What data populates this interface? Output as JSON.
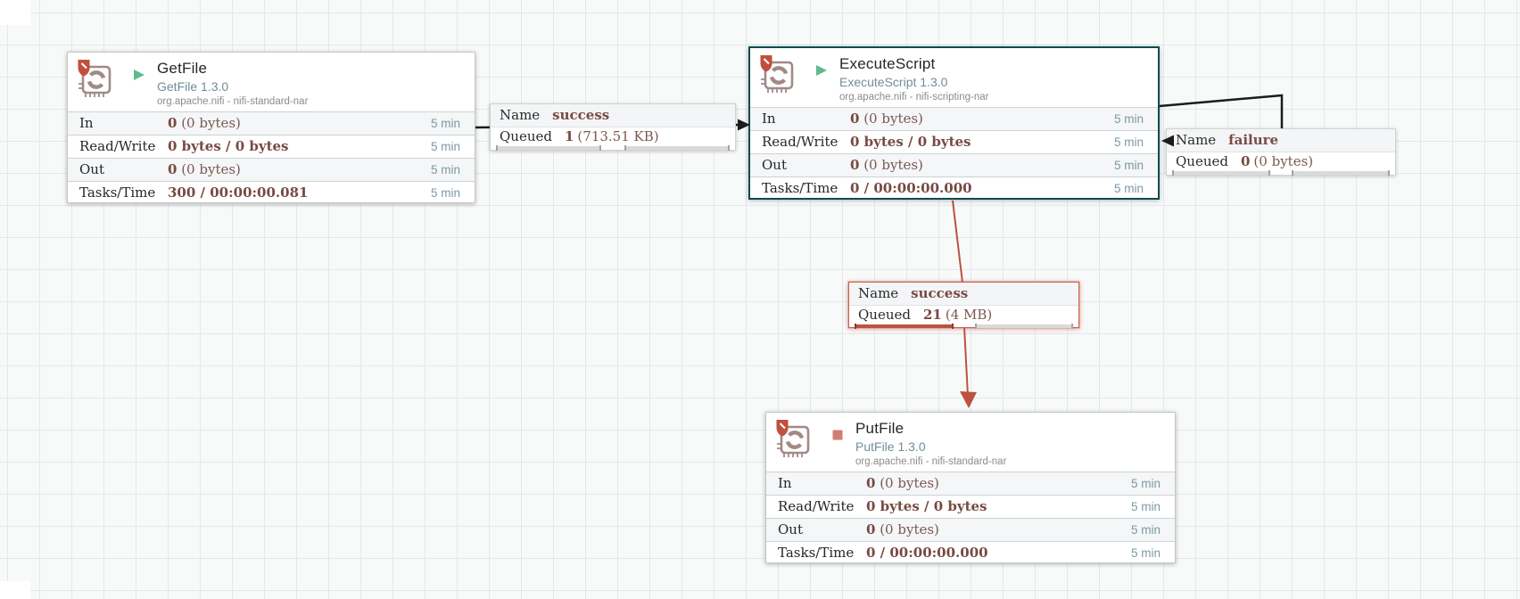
{
  "app": {
    "name": "Apache NiFi flow canvas"
  },
  "colors": {
    "canvas_bg": "#f8fafa",
    "grid_line": "#e2e9e9",
    "running_green": "#62ba8c",
    "stopped_red": "#cf7e74",
    "selection_teal": "#0b4a4c",
    "connection_black": "#1c1c1c",
    "connection_red": "#bc5240",
    "restricted_shield_red": "#c14f3e",
    "icon_brown": "#a18a86",
    "value_maroon": "#7b5852",
    "value_maroon_bold": "#774a42",
    "window_teal": "#7d99a3",
    "type_blue": "#718d9a"
  },
  "processors": {
    "getfile": {
      "title": "GetFile",
      "type": "GetFile 1.3.0",
      "bundle": "org.apache.nifi - nifi-standard-nar",
      "state": "running",
      "rows": [
        {
          "label": "In",
          "value_bold": "0",
          "value_rest": " (0 bytes)",
          "window": "5 min"
        },
        {
          "label": "Read/Write",
          "value_bold": "0 bytes / 0 bytes",
          "value_rest": "",
          "window": "5 min"
        },
        {
          "label": "Out",
          "value_bold": "0",
          "value_rest": " (0 bytes)",
          "window": "5 min"
        },
        {
          "label": "Tasks/Time",
          "value_bold": "300 / 00:00:00.081",
          "value_rest": "",
          "window": "5 min"
        }
      ]
    },
    "executescript": {
      "title": "ExecuteScript",
      "type": "ExecuteScript 1.3.0",
      "bundle": "org.apache.nifi - nifi-scripting-nar",
      "state": "running",
      "rows": [
        {
          "label": "In",
          "value_bold": "0",
          "value_rest": " (0 bytes)",
          "window": "5 min"
        },
        {
          "label": "Read/Write",
          "value_bold": "0 bytes / 0 bytes",
          "value_rest": "",
          "window": "5 min"
        },
        {
          "label": "Out",
          "value_bold": "0",
          "value_rest": " (0 bytes)",
          "window": "5 min"
        },
        {
          "label": "Tasks/Time",
          "value_bold": "0 / 00:00:00.000",
          "value_rest": "",
          "window": "5 min"
        }
      ]
    },
    "putfile": {
      "title": "PutFile",
      "type": "PutFile 1.3.0",
      "bundle": "org.apache.nifi - nifi-standard-nar",
      "state": "stopped",
      "rows": [
        {
          "label": "In",
          "value_bold": "0",
          "value_rest": " (0 bytes)",
          "window": "5 min"
        },
        {
          "label": "Read/Write",
          "value_bold": "0 bytes / 0 bytes",
          "value_rest": "",
          "window": "5 min"
        },
        {
          "label": "Out",
          "value_bold": "0",
          "value_rest": " (0 bytes)",
          "window": "5 min"
        },
        {
          "label": "Tasks/Time",
          "value_bold": "0 / 00:00:00.000",
          "value_rest": "",
          "window": "5 min"
        }
      ]
    }
  },
  "connections": {
    "success_to_executescript": {
      "name_label": "Name",
      "name": "success",
      "queued_label": "Queued",
      "count": "1",
      "size": "(713.51 KB)",
      "selected": false
    },
    "failure_loop": {
      "name_label": "Name",
      "name": "failure",
      "queued_label": "Queued",
      "count": "0",
      "size": "(0 bytes)",
      "selected": false
    },
    "success_to_putfile": {
      "name_label": "Name",
      "name": "success",
      "queued_label": "Queued",
      "count": "21",
      "size": "(4 MB)",
      "selected": true
    }
  }
}
